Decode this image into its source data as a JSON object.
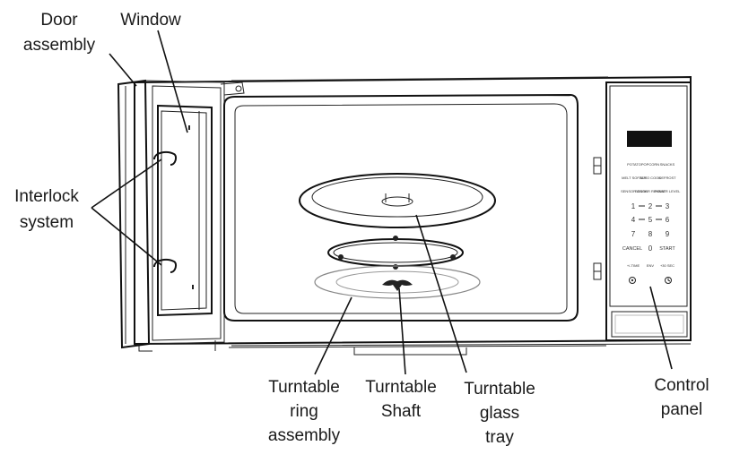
{
  "callouts": {
    "door_assembly": [
      "Door",
      "assembly"
    ],
    "window": "Window",
    "interlock_system": [
      "Interlock",
      "system"
    ],
    "turntable_ring_assembly": [
      "Turntable",
      "ring",
      "assembly"
    ],
    "turntable_shaft": [
      "Turntable",
      "Shaft"
    ],
    "turntable_glass_tray": [
      "Turntable",
      "glass",
      "tray"
    ],
    "control_panel": [
      "Control",
      "panel"
    ]
  },
  "control_panel": {
    "row1": [
      "POTATO",
      "POPCORN",
      "SNACKS"
    ],
    "row2": [
      "MELT SOFTEN",
      "AUTO COOK",
      "DEFROST"
    ],
    "row3": [
      "SENSOR COOK",
      "SENSOR REHEAT",
      "POWER LEVEL"
    ],
    "digits": [
      [
        "1",
        "2",
        "3"
      ],
      [
        "4",
        "5",
        "6"
      ],
      [
        "7",
        "8",
        "9"
      ]
    ],
    "cancel_label": "CANCEL",
    "zero_label": "0",
    "start_label": "START",
    "bottom_row": [
      "+/-TIME",
      "ENV",
      "+30 SEC"
    ]
  }
}
